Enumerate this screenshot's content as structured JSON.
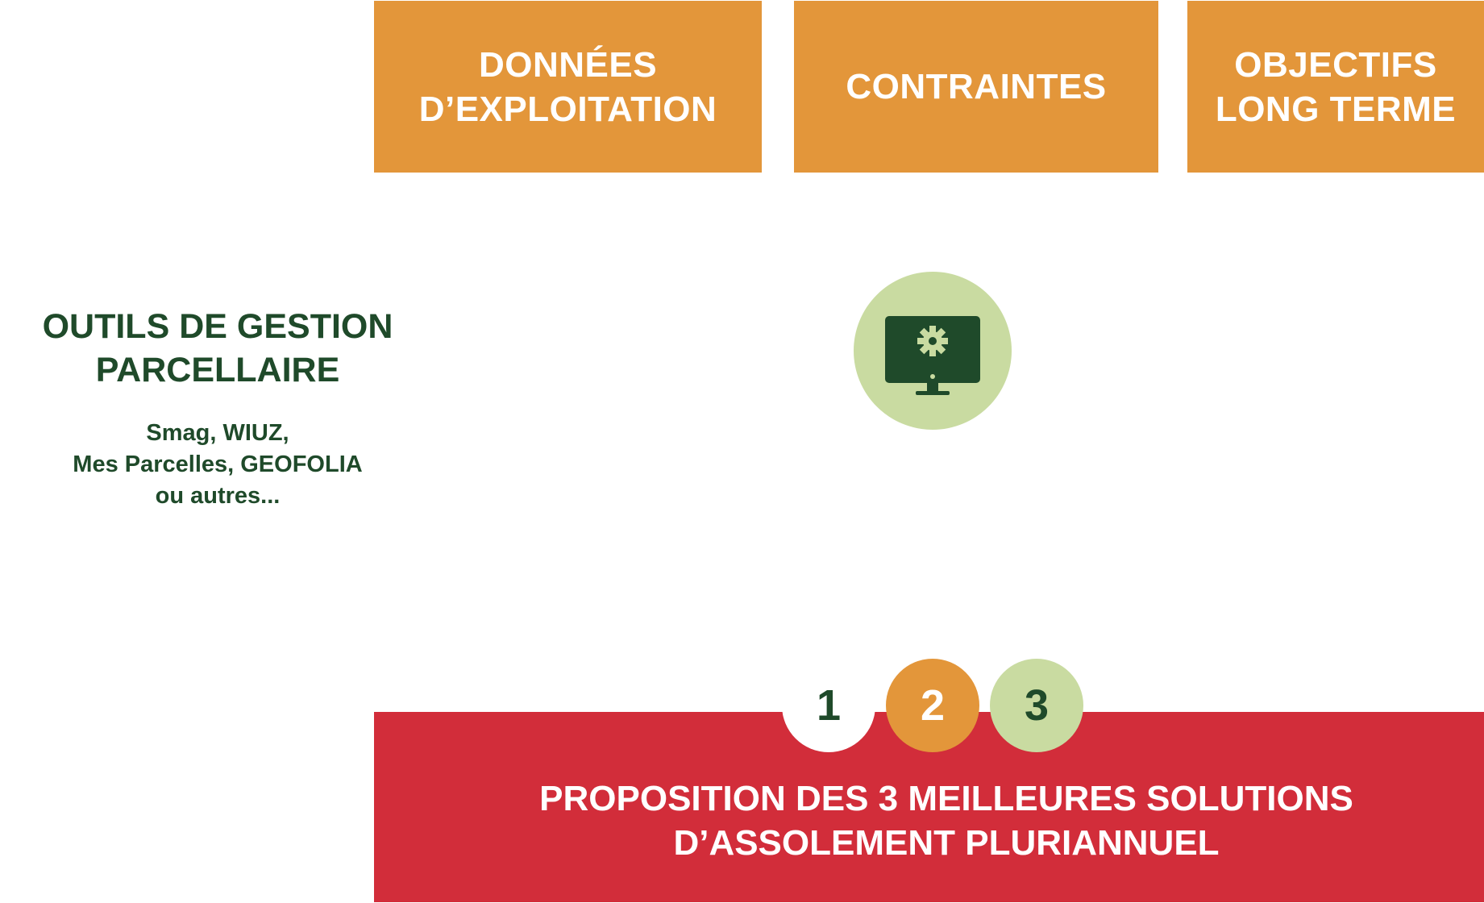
{
  "inputs": {
    "donnees": "DONNÉES\nD’EXPLOITATION",
    "contraintes": "CONTRAINTES",
    "objectifs": "OBJECTIFS\nLONG TERME"
  },
  "tools": {
    "title": "OUTILS DE GESTION\nPARCELLAIRE",
    "examples": "Smag, WIUZ,\nMes Parcelles, GEOFOLIA\nou autres..."
  },
  "center_icon": "computer-gear-icon",
  "solutions": {
    "numbers": [
      "1",
      "2",
      "3"
    ],
    "label": "PROPOSITION DES 3 MEILLEURES SOLUTIONS\nD’ASSOLEMENT PLURIANNUEL"
  },
  "colors": {
    "orange": "#e3963a",
    "red": "#d22d3a",
    "dark_green": "#1f4a2a",
    "light_green": "#c9dba1",
    "white": "#ffffff"
  }
}
